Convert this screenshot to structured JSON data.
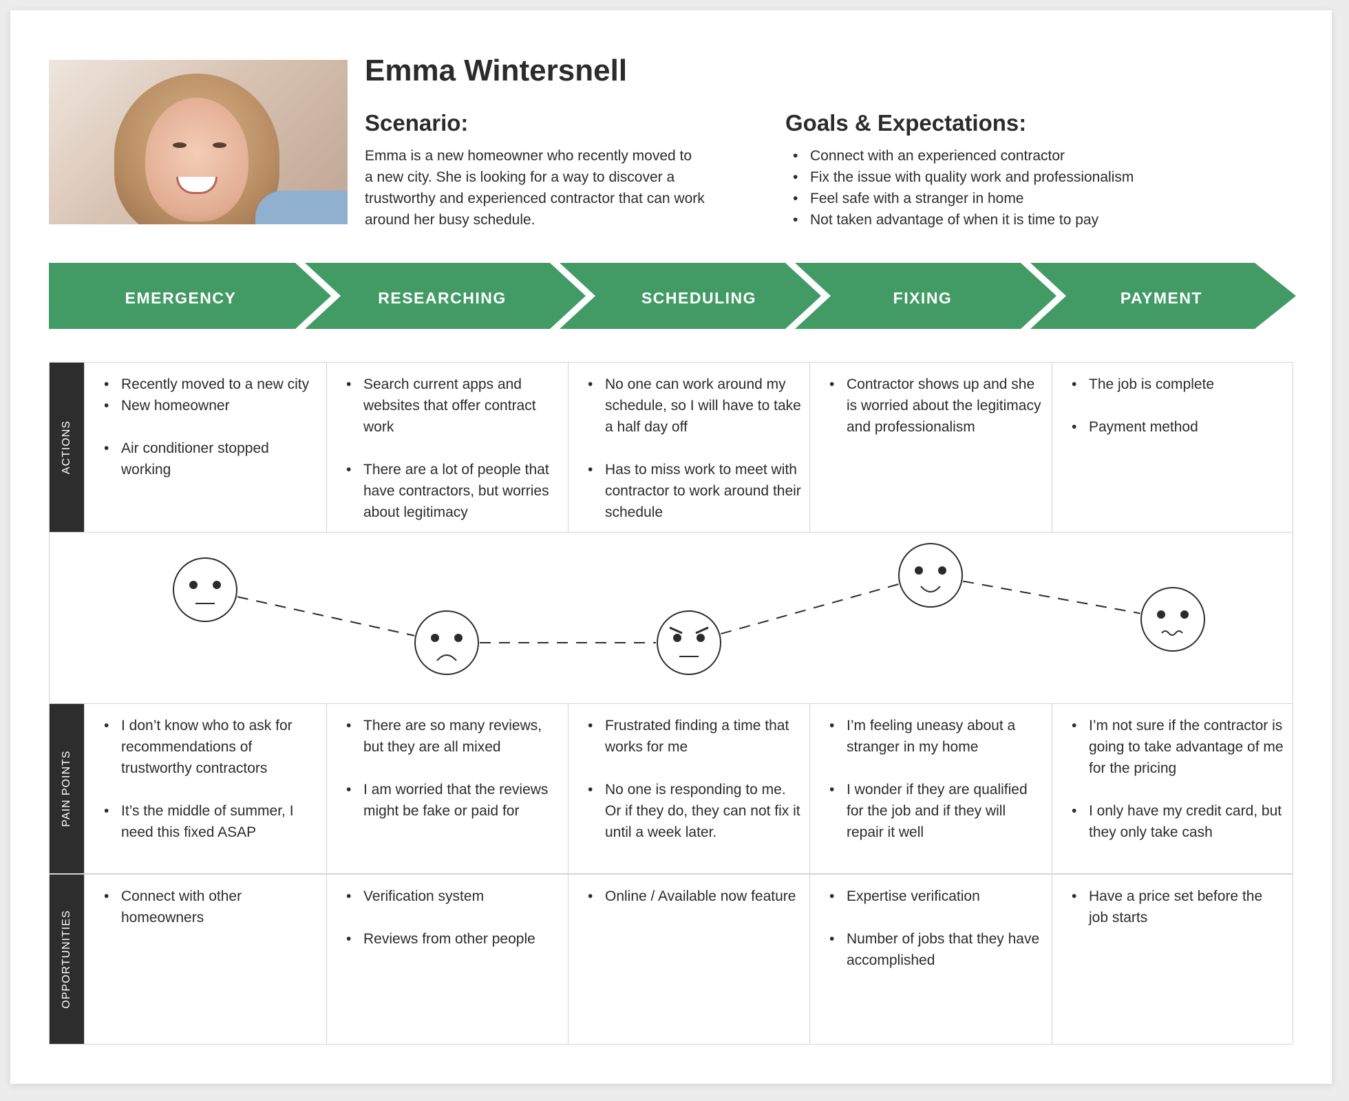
{
  "persona": {
    "name": "Emma Wintersnell",
    "scenario_title": "Scenario:",
    "scenario_lines": [
      "Emma is a new homeowner who recently moved to",
      "a new city. She is looking for a way to discover a",
      "trustworthy and experienced contractor that can work",
      "around her busy schedule."
    ],
    "goals_title": "Goals & Expectations:",
    "goals": [
      "Connect with an experienced contractor",
      "Fix the issue with quality work and professionalism",
      "Feel safe with a stranger in home",
      "Not taken advantage of when it is time to pay"
    ]
  },
  "colors": {
    "stage_green": "#429b65",
    "row_label_bg": "#2d2d2d",
    "line": "#2b2b2b"
  },
  "stages": [
    "EMERGENCY",
    "RESEARCHING",
    "SCHEDULING",
    "FIXING",
    "PAYMENT"
  ],
  "rows": {
    "actions": {
      "label": "ACTIONS",
      "cells": [
        [
          {
            "text": "Recently moved to a new city",
            "tight": true
          },
          {
            "text": "New homeowner"
          },
          {
            "text": "Air conditioner stopped working"
          }
        ],
        [
          {
            "text": "Search current apps and websites that offer contract work"
          },
          {
            "text": "There are a lot of people that have contractors, but worries about legitimacy"
          }
        ],
        [
          {
            "text": "No one can work around my schedule, so I will have to take a half day off"
          },
          {
            "text": "Has to miss work to meet with contractor to work around their schedule"
          }
        ],
        [
          {
            "text": "Contractor shows up and she is worried about the legitimacy and professionalism"
          }
        ],
        [
          {
            "text": "The job is complete"
          },
          {
            "text": "Payment method"
          }
        ]
      ]
    },
    "pain_points": {
      "label": "PAIN POINTS",
      "cells": [
        [
          {
            "text": "I don’t know who to ask for recommendations of trustworthy contractors"
          },
          {
            "text": "It’s the middle of summer,  I need this fixed ASAP"
          }
        ],
        [
          {
            "text": "There are so many reviews, but they are all mixed"
          },
          {
            "text": "I am worried that the reviews might be fake or paid for"
          }
        ],
        [
          {
            "text": "Frustrated finding a time that works for me"
          },
          {
            "text": "No one is responding to me. Or if they do, they can not fix it until a week later."
          }
        ],
        [
          {
            "text": "I’m feeling uneasy about a stranger in my home"
          },
          {
            "text": "I wonder if they are qualified for the job and if they will repair it well"
          }
        ],
        [
          {
            "text": "I’m not sure if the contractor is going to take advantage of me for the pricing"
          },
          {
            "text": "I only have my credit card, but they only take cash"
          }
        ]
      ]
    },
    "opportunities": {
      "label": "OPPORTUNITIES",
      "cells": [
        [
          {
            "text": "Connect with other homeowners"
          }
        ],
        [
          {
            "text": "Verification system"
          },
          {
            "text": "Reviews from other people"
          }
        ],
        [
          {
            "text": "Online / Available now feature"
          }
        ],
        [
          {
            "text": "Expertise verification"
          },
          {
            "text": "Number of jobs that they have accomplished"
          }
        ],
        [
          {
            "text": "Have a price set before the job starts"
          }
        ]
      ]
    }
  },
  "emotions": [
    {
      "stage": "EMERGENCY",
      "mood": "neutral",
      "level": 3
    },
    {
      "stage": "RESEARCHING",
      "mood": "sad",
      "level": 1
    },
    {
      "stage": "SCHEDULING",
      "mood": "angry",
      "level": 1
    },
    {
      "stage": "FIXING",
      "mood": "happy",
      "level": 4
    },
    {
      "stage": "PAYMENT",
      "mood": "uneasy",
      "level": 2
    }
  ]
}
